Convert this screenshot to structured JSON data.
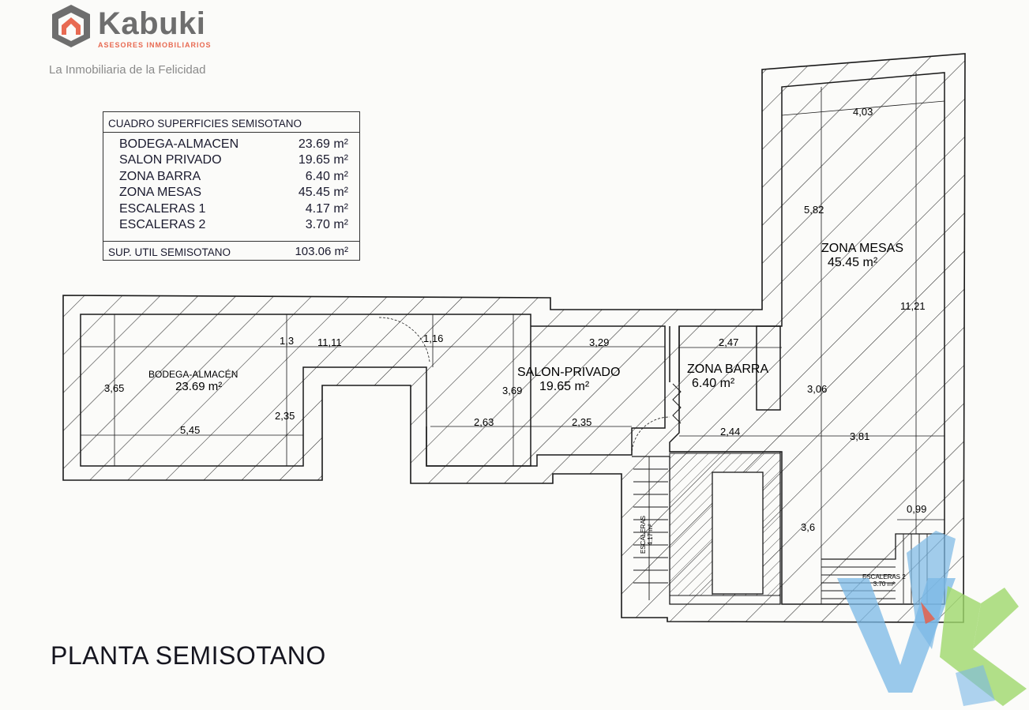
{
  "brand": {
    "name": "Kabuki",
    "subtitle": "ASESORES INMOBILIARIOS",
    "tagline": "La Inmobiliaria de la Felicidad",
    "logo_icon": "house-hexagon-icon",
    "color_gray": "#6e6e6e",
    "color_accent": "#e86a52"
  },
  "areas_table": {
    "title": "CUADRO SUPERFICIES SEMISOTANO",
    "rows": [
      {
        "name": "BODEGA-ALMACEN",
        "value": "23.69 m²"
      },
      {
        "name": "SALON PRIVADO",
        "value": "19.65 m²"
      },
      {
        "name": "ZONA BARRA",
        "value": "6.40 m²"
      },
      {
        "name": "ZONA MESAS",
        "value": "45.45 m²"
      },
      {
        "name": "ESCALERAS 1",
        "value": "4.17 m²"
      },
      {
        "name": "ESCALERAS 2",
        "value": "3.70 m²"
      }
    ],
    "total_label": "SUP. UTIL SEMISOTANO",
    "total_value": "103.06 m²"
  },
  "rooms": {
    "bodega": {
      "name": "BODEGA-ALMACÉN",
      "area": "23.69 m²"
    },
    "salon": {
      "name": "SALON-PRIVADO",
      "area": "19.65 m²"
    },
    "barra": {
      "name": "ZONA BARRA",
      "area": "6.40 m²"
    },
    "mesas": {
      "name": "ZONA MESAS",
      "area": "45.45 m²"
    },
    "escaleras1": {
      "name": "ESCALERAS",
      "area": "4.17 m²"
    },
    "escaleras2": {
      "name": "ESCALERAS 2",
      "area": "3.70 m²"
    }
  },
  "dimensions": {
    "d_11_11": "11,11",
    "d_1_3": "1,3",
    "d_1_16": "1,16",
    "d_3_29": "3,29",
    "d_2_47": "2,47",
    "d_4_03": "4,03",
    "d_5_82": "5,82",
    "d_11_21": "11,21",
    "d_3_65": "3,65",
    "d_5_45": "5,45",
    "d_2_35a": "2,35",
    "d_3_69": "3,69",
    "d_2_63": "2,63",
    "d_2_35b": "2,35",
    "d_2_44": "2,44",
    "d_3_81": "3,81",
    "d_3_06": "3,06",
    "d_3_6": "3,6",
    "d_0_99": "0,99"
  },
  "plan_title": "PLANTA SEMISOTANO",
  "watermark": {
    "icon": "wk-watermark-icon",
    "color_blue": "#7ab8e6",
    "color_green": "#9fd86b",
    "color_red": "#e5604a"
  }
}
